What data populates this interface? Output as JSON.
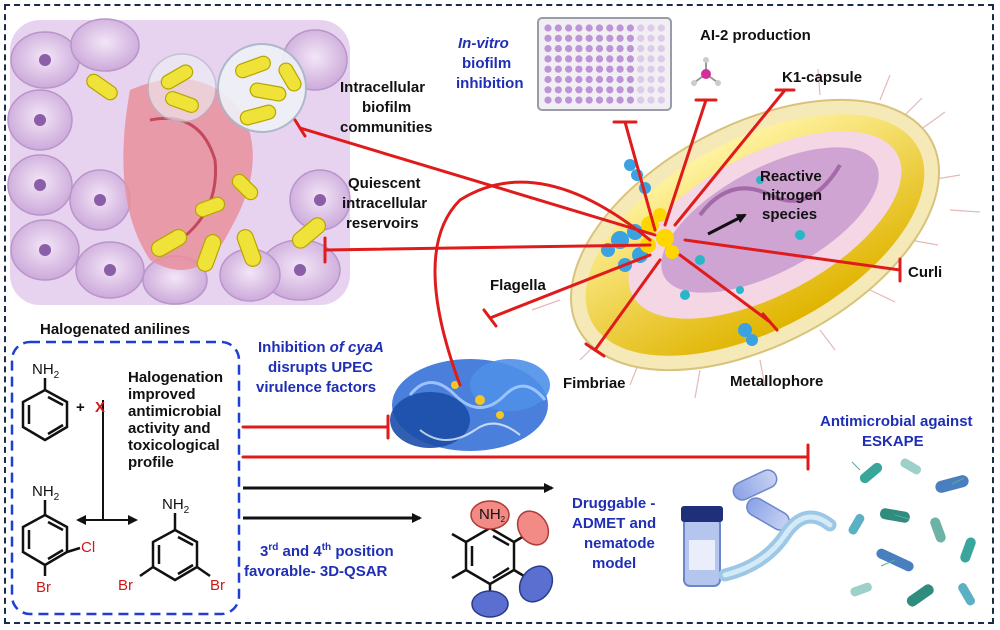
{
  "labels": {
    "intracellular_biofilm": [
      "Intracellular",
      "biofilm",
      "communities"
    ],
    "quiescent": [
      "Quiescent",
      "intracellular",
      "reservoirs"
    ],
    "invitro": [
      "In-vitro",
      "biofilm",
      "inhibition"
    ],
    "ai2": "AI-2 production",
    "k1": "K1-capsule",
    "rns": [
      "Reactive",
      "nitrogen",
      "species"
    ],
    "curli": "Curli",
    "flagella": "Flagella",
    "fimbriae": "Fimbriae",
    "metallophore": "Metallophore",
    "halogenated": "Halogenated anilines",
    "halogenation": [
      "Halogenation",
      "improved",
      "antimicrobial",
      "activity and",
      "toxicological",
      "profile"
    ],
    "cyaa": [
      "Inhibition ",
      "of cyaA",
      "disrupts UPEC",
      "virulence factors"
    ],
    "eskape": [
      "Antimicrobial against",
      "ESKAPE"
    ],
    "druggable": [
      "Druggable -",
      "ADMET and",
      "nematode",
      "model"
    ],
    "qsar": [
      "3",
      "rd",
      " and 4",
      "th",
      " position",
      "favorable- 3D-QSAR"
    ]
  },
  "chem": {
    "nh2": "NH",
    "nh2_sub": "2",
    "plus": "+",
    "x": "X",
    "cl": "Cl",
    "br": "Br",
    "ring_nh2": "NH"
  },
  "colors": {
    "inhibit": "#e01b1b",
    "arrow": "#111111",
    "blue_text": "#1f2fb5",
    "frame": "#1a2b4a",
    "box_border": "#1f3fd0"
  }
}
